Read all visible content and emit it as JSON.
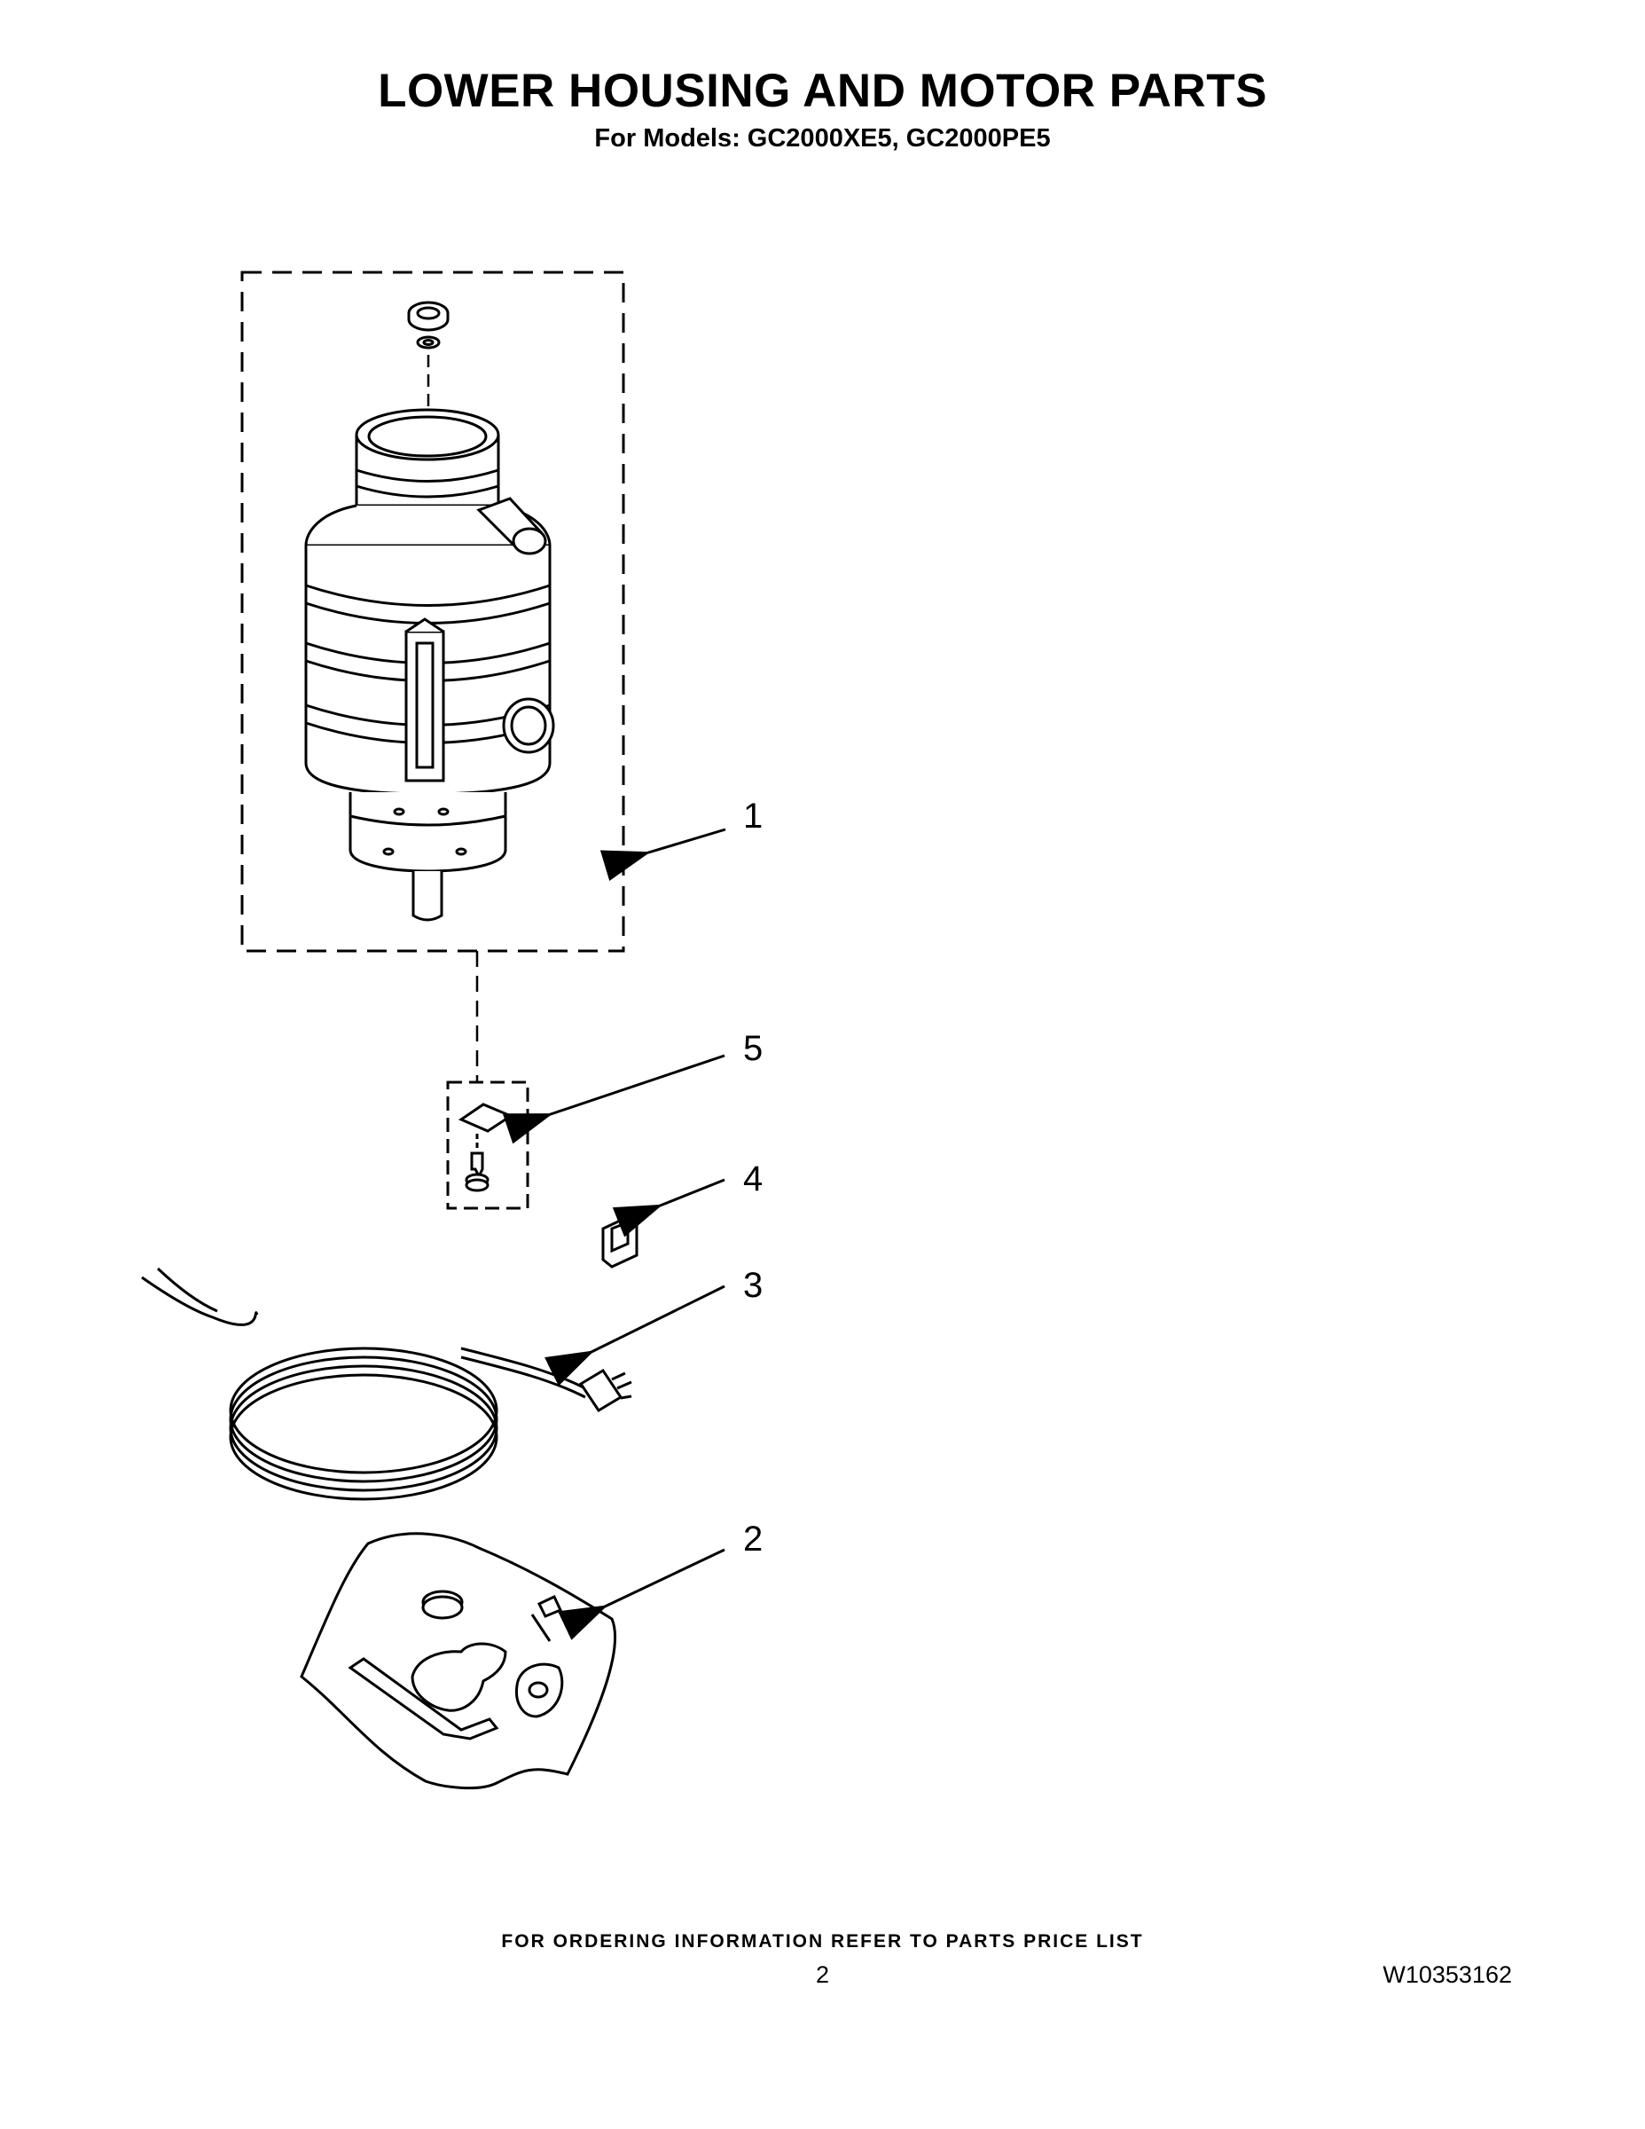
{
  "header": {
    "title": "LOWER HOUSING AND MOTOR PARTS",
    "subtitle": "For Models: GC2000XE5, GC2000PE5"
  },
  "callouts": [
    {
      "id": "1",
      "label": "1"
    },
    {
      "id": "5",
      "label": "5"
    },
    {
      "id": "4",
      "label": "4"
    },
    {
      "id": "3",
      "label": "3"
    },
    {
      "id": "2",
      "label": "2"
    }
  ],
  "footer": {
    "ordering_note": "FOR ORDERING INFORMATION REFER TO PARTS PRICE LIST",
    "page_number": "2",
    "document_number": "W10353162"
  }
}
